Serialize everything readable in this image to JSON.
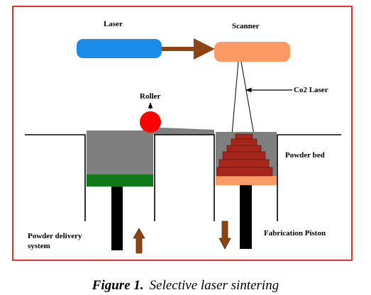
{
  "labels": {
    "laser": "Laser",
    "scanner": "Scanner",
    "roller": "Roller",
    "co2_laser": "Co2 Laser",
    "powder_bed": "Powder bed",
    "powder_delivery_line1": "Powder delivery",
    "powder_delivery_line2": "system",
    "fabrication_piston": "Fabrication Piston"
  },
  "caption": {
    "figure_number": "Figure 1.",
    "text": "Selective laser sintering"
  },
  "colors": {
    "frame": "#e8332f",
    "laser": "#1a8be8",
    "scanner": "#fb9a64",
    "beam_arrow": "#8b4513",
    "powder": "#7f7f7f",
    "delivery_platform": "#0e7a19",
    "fabrication_platform": "#fb9a64",
    "part": "#a7261c",
    "roller": "#ff0000",
    "piston_rod": "#000000",
    "motion_arrow": "#8b4513"
  }
}
